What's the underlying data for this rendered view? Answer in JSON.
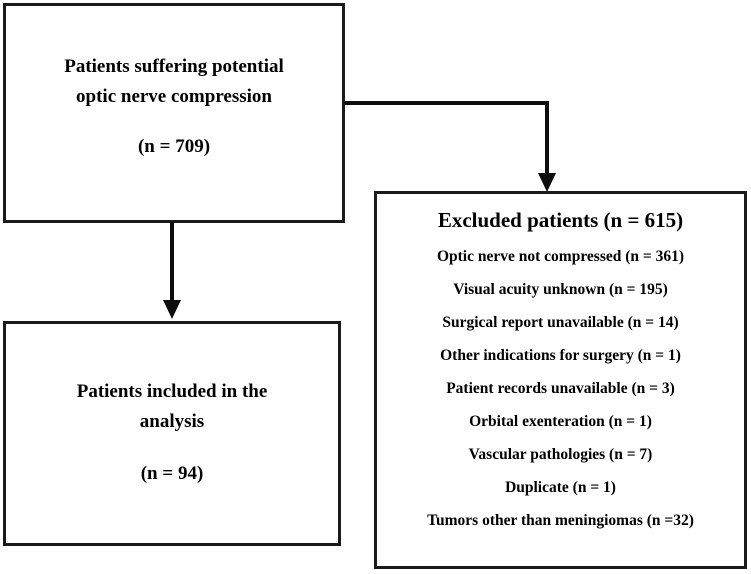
{
  "diagram": {
    "type": "flowchart",
    "title": "Patient selection flow diagram",
    "nodes": {
      "source": {
        "lines": [
          "Patients suffering potential",
          "optic nerve compression",
          "(n = 709)"
        ],
        "count_label": "(n = 709)",
        "count": 709
      },
      "included": {
        "lines": [
          "Patients included in the",
          "analysis",
          "(n = 94)"
        ],
        "count_label": "(n = 94)",
        "count": 94
      },
      "excluded": {
        "title": "Excluded patients (n = 615)",
        "count": 615,
        "reasons": [
          {
            "label": "Optic nerve not compressed (n = 361)",
            "reason": "Optic nerve not compressed",
            "n": 361
          },
          {
            "label": "Visual acuity unknown (n = 195)",
            "reason": "Visual acuity unknown",
            "n": 195
          },
          {
            "label": "Surgical report unavailable (n = 14)",
            "reason": "Surgical report unavailable",
            "n": 14
          },
          {
            "label": "Other indications for surgery (n = 1)",
            "reason": "Other indications for surgery",
            "n": 1
          },
          {
            "label": "Patient records unavailable (n = 3)",
            "reason": "Patient records unavailable",
            "n": 3
          },
          {
            "label": "Orbital exenteration (n = 1)",
            "reason": "Orbital exenteration",
            "n": 1
          },
          {
            "label": "Vascular pathologies (n = 7)",
            "reason": "Vascular pathologies",
            "n": 7
          },
          {
            "label": "Duplicate (n = 1)",
            "reason": "Duplicate",
            "n": 1
          },
          {
            "label": "Tumors other than meningiomas (n =32)",
            "reason": "Tumors other than meningiomas",
            "n": 32
          }
        ]
      }
    },
    "edges": [
      {
        "from": "source",
        "to": "excluded",
        "style": "elbow-arrow"
      },
      {
        "from": "source",
        "to": "included",
        "style": "straight-arrow"
      }
    ],
    "colors": {
      "border": "#1a1a1a",
      "text": "#000000",
      "background": "#ffffff",
      "connector": "#0d0d0d"
    }
  }
}
